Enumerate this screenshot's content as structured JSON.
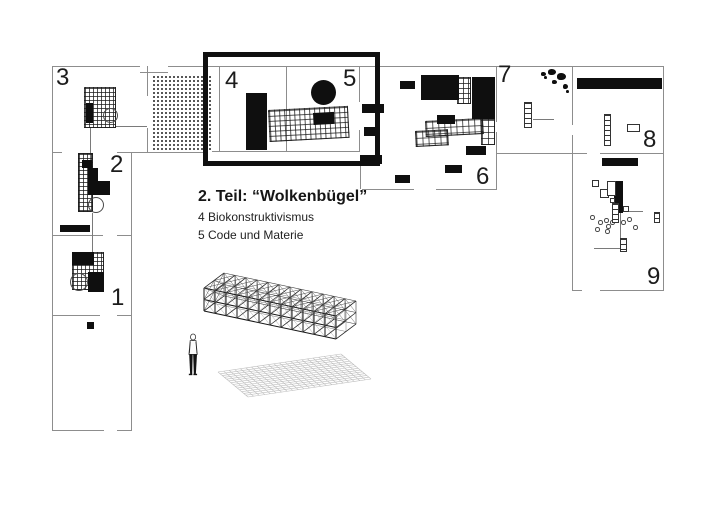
{
  "colors": {
    "ink": "#141414",
    "wall": "#8d8d8d",
    "highlight_border": "#101010",
    "paper": "#ffffff"
  },
  "section": {
    "title": "2. Teil: “Wolkenbügel”",
    "items": [
      {
        "label": "4 Biokonstruktivismus"
      },
      {
        "label": "5 Code und Materie"
      }
    ]
  },
  "room_numbers": {
    "r1": "1",
    "r2": "2",
    "r3": "3",
    "r4": "4",
    "r5": "5",
    "r6": "6",
    "r7": "7",
    "r8": "8",
    "r9": "9"
  },
  "highlighted_rooms": [
    "4",
    "5"
  ]
}
